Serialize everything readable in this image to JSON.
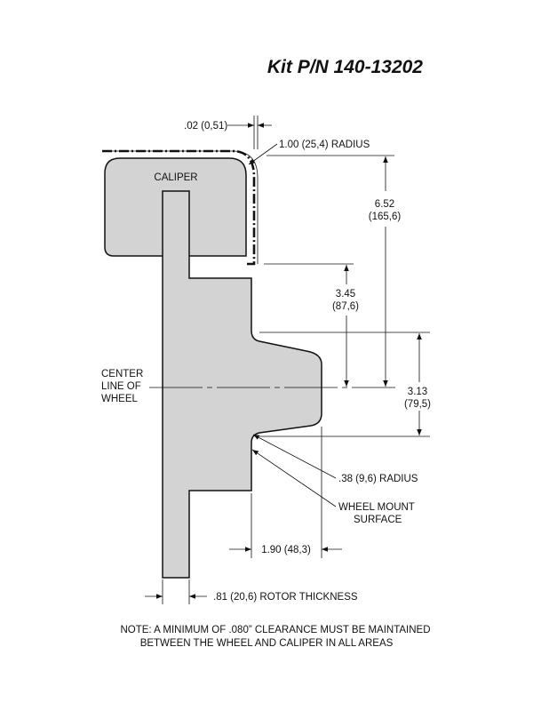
{
  "title": "Kit P/N 140-13202",
  "part_labels": {
    "caliper": "CALIPER",
    "center_line_1": "CENTER",
    "center_line_2": "LINE OF",
    "center_line_3": "WHEEL"
  },
  "dimensions": {
    "clearance_gap": ".02 (0,51)",
    "caliper_radius": "1.00 (25,4) RADIUS",
    "overall_height_in": "6.52",
    "overall_height_mm": "(165,6)",
    "caliper_to_hat_in": "3.45",
    "caliper_to_hat_mm": "(87,6)",
    "hat_height_in": "3.13",
    "hat_height_mm": "(79,5)",
    "hat_radius": ".38 (9,6) RADIUS",
    "wheel_mount_1": "WHEEL MOUNT",
    "wheel_mount_2": "SURFACE",
    "offset": "1.90 (48,3)",
    "rotor_thickness": ".81 (20,6) ROTOR THICKNESS"
  },
  "note": {
    "line1": "NOTE: A MINIMUM OF .080” CLEARANCE MUST BE MAINTAINED",
    "line2": "BETWEEN THE WHEEL AND CALIPER IN ALL AREAS"
  },
  "colors": {
    "part_fill": "#d3d3d3",
    "line": "#111111"
  }
}
